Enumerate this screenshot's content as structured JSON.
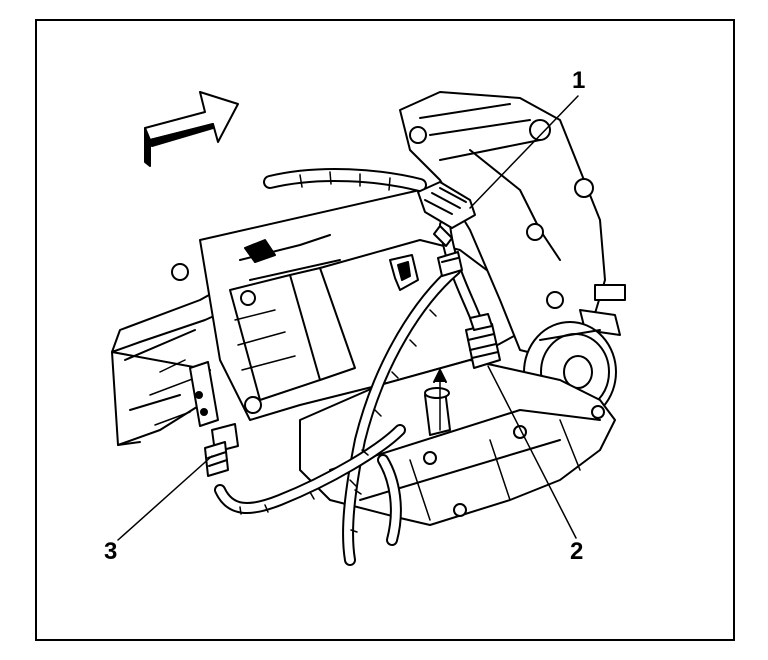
{
  "diagram": {
    "callouts": [
      {
        "id": "1",
        "text": "1"
      },
      {
        "id": "2",
        "text": "2"
      },
      {
        "id": "3",
        "text": "3"
      }
    ],
    "colors": {
      "line": "#000000",
      "background": "#ffffff"
    },
    "icons": {
      "direction": "forward-arrow-icon"
    }
  }
}
